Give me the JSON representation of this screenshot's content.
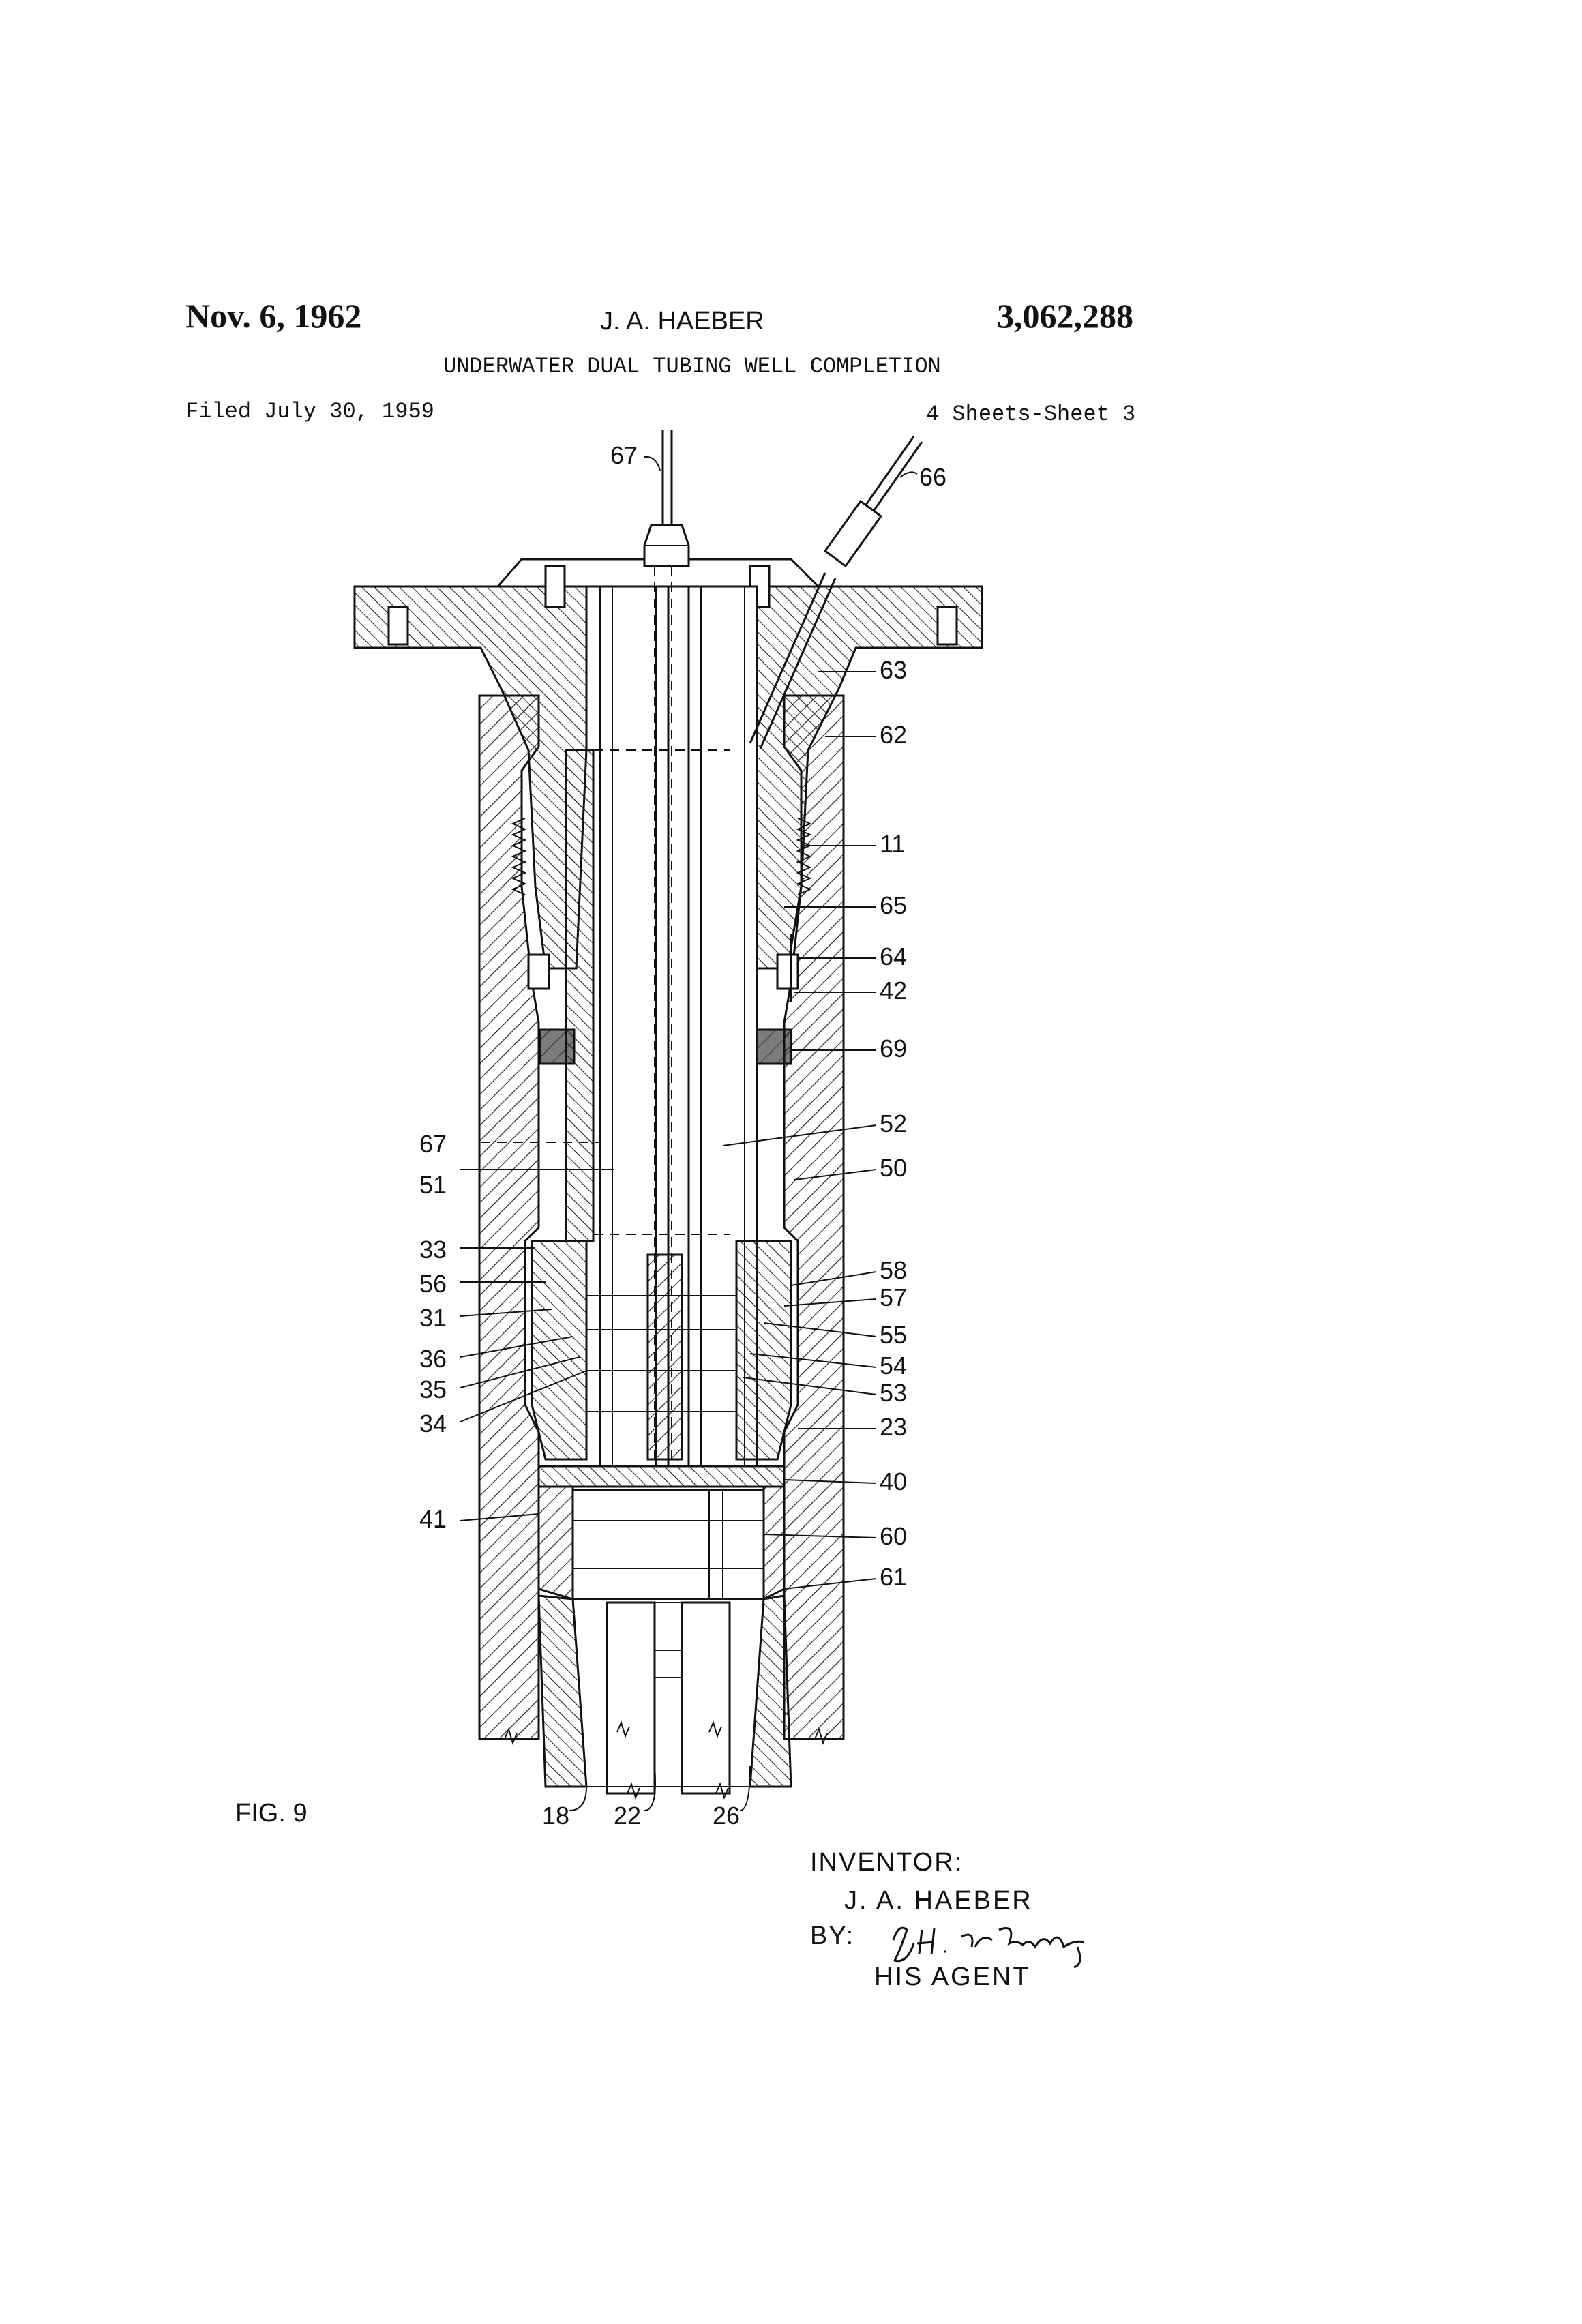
{
  "header": {
    "date": "Nov. 6, 1962",
    "inventor_name": "J. A. HAEBER",
    "patent_number": "3,062,288",
    "title": "UNDERWATER DUAL TUBING WELL COMPLETION",
    "filed": "Filed July 30, 1959",
    "sheet": "4 Sheets-Sheet 3"
  },
  "figure": {
    "label": "FIG. 9",
    "callouts": {
      "n67_top": "67",
      "n66": "66",
      "n63": "63",
      "n62": "62",
      "n11": "11",
      "n65": "65",
      "n64": "64",
      "n42": "42",
      "n69": "69",
      "n52": "52",
      "n50": "50",
      "n67_left": "67",
      "n51": "51",
      "n33": "33",
      "n56": "56",
      "n31": "31",
      "n36": "36",
      "n35": "35",
      "n34": "34",
      "n58": "58",
      "n57": "57",
      "n55": "55",
      "n54": "54",
      "n53": "53",
      "n23": "23",
      "n40": "40",
      "n41": "41",
      "n60": "60",
      "n61": "61",
      "n18": "18",
      "n22": "22",
      "n26": "26"
    }
  },
  "signature_block": {
    "inventor_heading": "INVENTOR:",
    "inventor": "J. A. HAEBER",
    "by": "BY:",
    "signature": "J.H. McCarthy",
    "agent": "HIS AGENT"
  }
}
